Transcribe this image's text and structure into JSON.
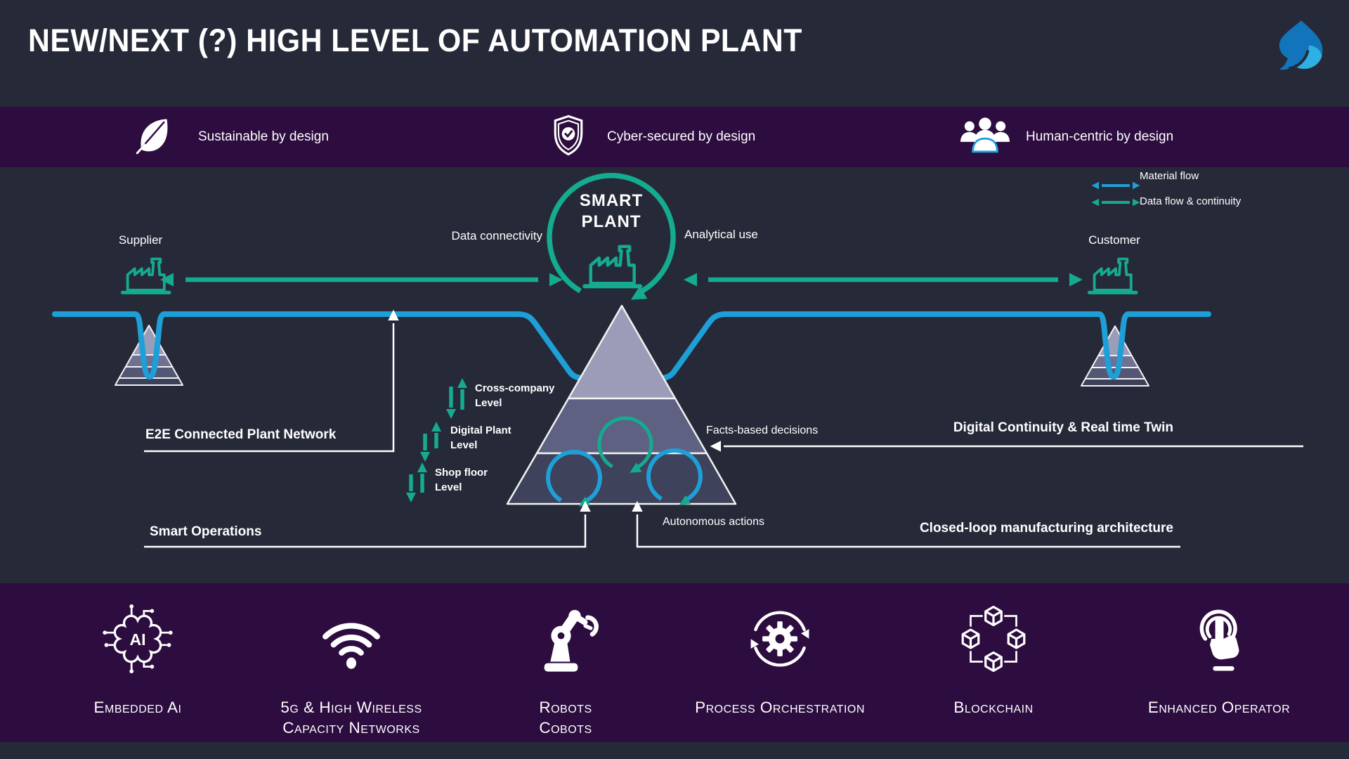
{
  "header": {
    "title": "NEW/NEXT (?) HIGH LEVEL OF AUTOMATION PLANT",
    "logo": "capgemini-spade-logo"
  },
  "palette": {
    "background_navy": "#262A38",
    "band_purple": "#2D0C3F",
    "teal": "#15AB90",
    "blue": "#1E9FD8",
    "pyramid_top": "#9B9DB8",
    "pyramid_middle": "#5E6182",
    "pyramid_bottom": "#3E425A",
    "logo_blue": "#1274BB",
    "logo_light_blue": "#2EB0E4"
  },
  "principles": [
    {
      "icon": "leaf-icon",
      "label": "Sustainable by design"
    },
    {
      "icon": "shield-check-icon",
      "label": "Cyber-secured by design"
    },
    {
      "icon": "people-icon",
      "label": "Human-centric by design"
    }
  ],
  "legend": {
    "items": [
      {
        "label": "Material flow",
        "color": "#1E9FD8"
      },
      {
        "label": "Data flow & continuity",
        "color": "#15AB90"
      }
    ]
  },
  "diagram": {
    "smart_plant": {
      "line1": "SMART",
      "line2": "PLANT"
    },
    "data_connectivity_label": "Data connectivity",
    "analytical_use_label": "Analytical use",
    "supplier_label": "Supplier",
    "customer_label": "Customer",
    "levels": [
      {
        "line1": "Cross-company",
        "line2": "Level"
      },
      {
        "line1": "Digital Plant",
        "line2": "Level"
      },
      {
        "line1": "Shop floor",
        "line2": "Level"
      }
    ],
    "callouts": {
      "e2e": "E2E Connected Plant Network",
      "facts": "Facts-based decisions",
      "digital_continuity": "Digital Continuity & Real time Twin",
      "smart_operations": "Smart Operations",
      "autonomous": "Autonomous actions",
      "closed_loop": "Closed-loop manufacturing architecture"
    }
  },
  "technologies": [
    {
      "icon": "ai-brain-icon",
      "icon_text": "AI",
      "label_lines": [
        "Embedded Ai"
      ]
    },
    {
      "icon": "wireless-icon",
      "label_lines": [
        "5g & High Wireless",
        "Capacity Networks"
      ]
    },
    {
      "icon": "robot-arm-icon",
      "label_lines": [
        "Robots",
        "Cobots"
      ]
    },
    {
      "icon": "process-orchestration-icon",
      "label_lines": [
        "Process Orchestration"
      ]
    },
    {
      "icon": "blockchain-icon",
      "label_lines": [
        "Blockchain"
      ]
    },
    {
      "icon": "enhanced-operator-icon",
      "label_lines": [
        "Enhanced Operator"
      ]
    }
  ]
}
